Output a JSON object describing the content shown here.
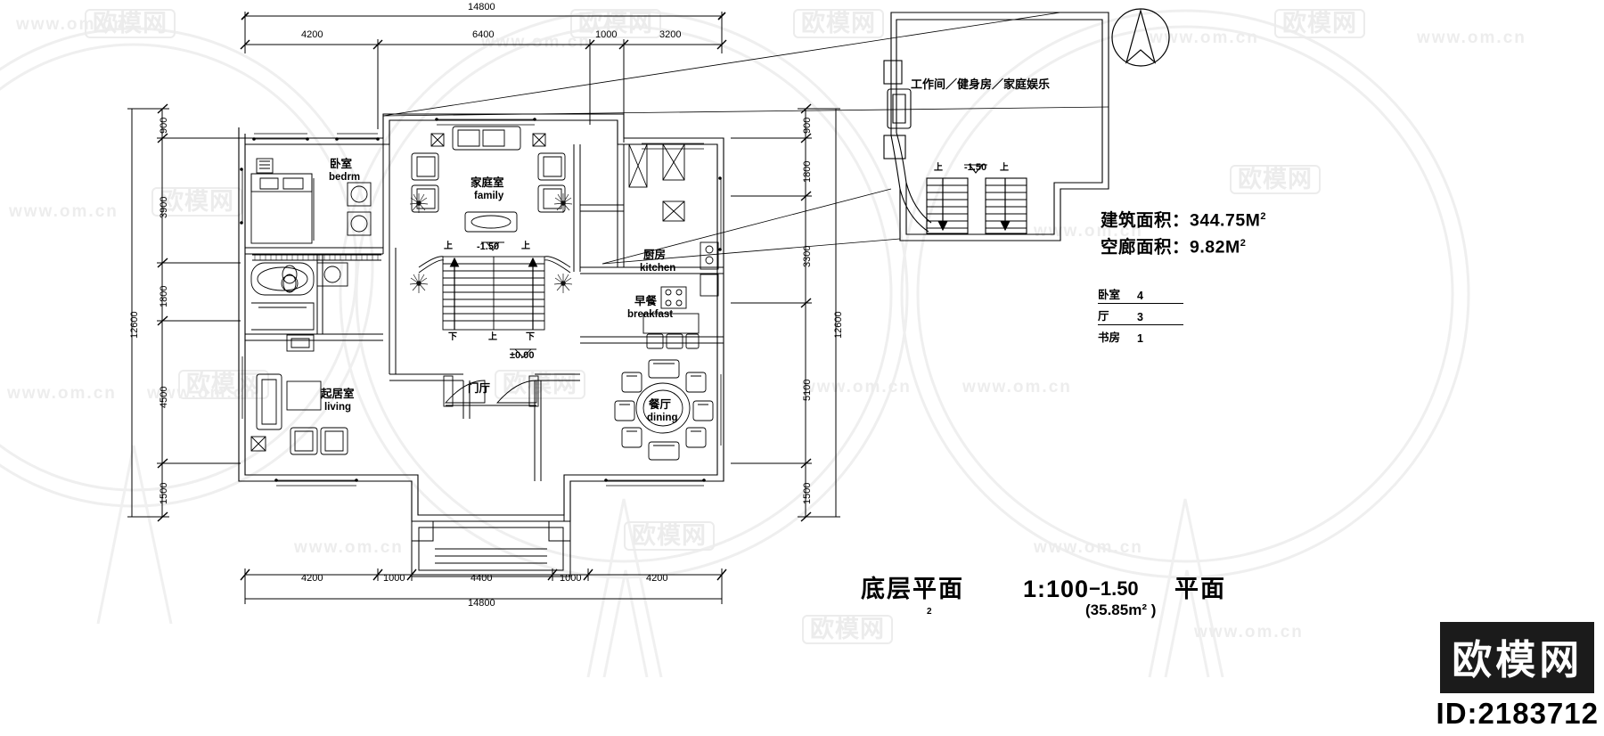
{
  "drawing": {
    "title_cn": "底层平面",
    "scale": "1:100",
    "title_sub_number": "2",
    "secondary_level": "−1.50",
    "secondary_title_cn": "平面",
    "secondary_area": "(35.85m² )"
  },
  "areas": {
    "building_label": "建筑面积：",
    "building_value": "344.75M",
    "building_exp": "2",
    "corridor_label": "空廊面积：",
    "corridor_value": "9.82M",
    "corridor_exp": "2"
  },
  "schedule": {
    "rows": [
      {
        "name": "卧室",
        "count": "4"
      },
      {
        "name": "厅",
        "count": "3"
      },
      {
        "name": "书房",
        "count": "1"
      }
    ]
  },
  "rooms": [
    {
      "cn": "卧室",
      "en": "bedrm"
    },
    {
      "cn": "家庭室",
      "en": "family"
    },
    {
      "cn": "起居室",
      "en": "living"
    },
    {
      "cn": "餐厅",
      "en": "dining"
    },
    {
      "cn": "厨房",
      "en": "kitchen"
    },
    {
      "cn": "早餐",
      "en": "breakfast"
    },
    {
      "cn": "门厅",
      "en": ""
    }
  ],
  "annex": {
    "label": "工作间／健身房／家庭娱乐",
    "level": "-1.50",
    "up_left": "上",
    "up_right": "上"
  },
  "levels": {
    "ground": "±0.00",
    "stair_mid": "-1.50",
    "up": "上",
    "down": "下"
  },
  "dimensions": {
    "top_total": "14800",
    "top_chain": [
      "4200",
      "6400",
      "1000",
      "3200"
    ],
    "bottom_total": "14800",
    "bottom_chain": [
      "4200",
      "1000",
      "4400",
      "1000",
      "4200"
    ],
    "left_total": "12600",
    "left_chain": [
      "900",
      "3900",
      "1800",
      "4500",
      "1500"
    ],
    "right_total": "12600",
    "right_chain": [
      "900",
      "1800",
      "3300",
      "5100",
      "1500"
    ]
  },
  "north": {
    "name": "north-arrow"
  },
  "brand": {
    "name": "欧模网",
    "id": "ID:2183712"
  },
  "watermark": {
    "logo_text": "欧模网",
    "url_text": "www.om.cn"
  }
}
